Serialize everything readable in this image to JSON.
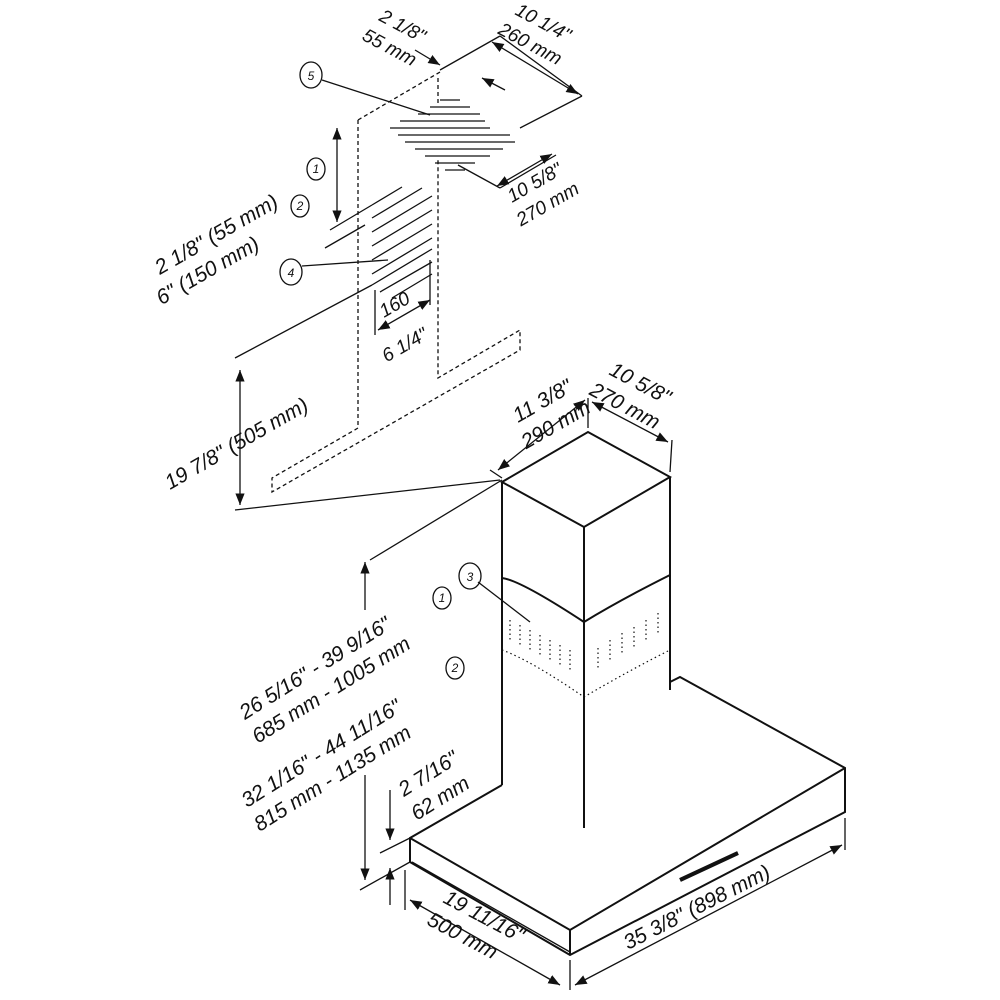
{
  "diagram": {
    "title_callouts": [
      "1",
      "2",
      "3",
      "4",
      "5"
    ],
    "top": {
      "offset_in": "2 1/8\"",
      "offset_mm": "55 mm",
      "width_in": "10 1/4\"",
      "width_mm": "260 mm",
      "depth_in": "10 5/8\"",
      "depth_mm": "270 mm"
    },
    "left": {
      "option1": "2 1/8\" (55 mm)",
      "option2": "6\" (150 mm)",
      "bracket_mm": "160",
      "bracket_in": "6 1/4\"",
      "height": "19 7/8\" (505 mm)"
    },
    "chimney": {
      "width_in": "11 3/8\"",
      "width_mm": "290 mm",
      "depth_in": "10 5/8\"",
      "depth_mm": "270 mm"
    },
    "heights": {
      "h1_in": "26 5/16\" - 39 9/16\"",
      "h1_mm": "685 mm - 1005 mm",
      "h2_in": "32 1/16\" - 44 11/16\"",
      "h2_mm": "815 mm - 1135 mm",
      "canopy_in": "2 7/16\"",
      "canopy_mm": "62 mm"
    },
    "base": {
      "depth_in": "19 11/16\"",
      "depth_mm": "500 mm",
      "width": "35 3/8\" (898 mm)"
    }
  }
}
